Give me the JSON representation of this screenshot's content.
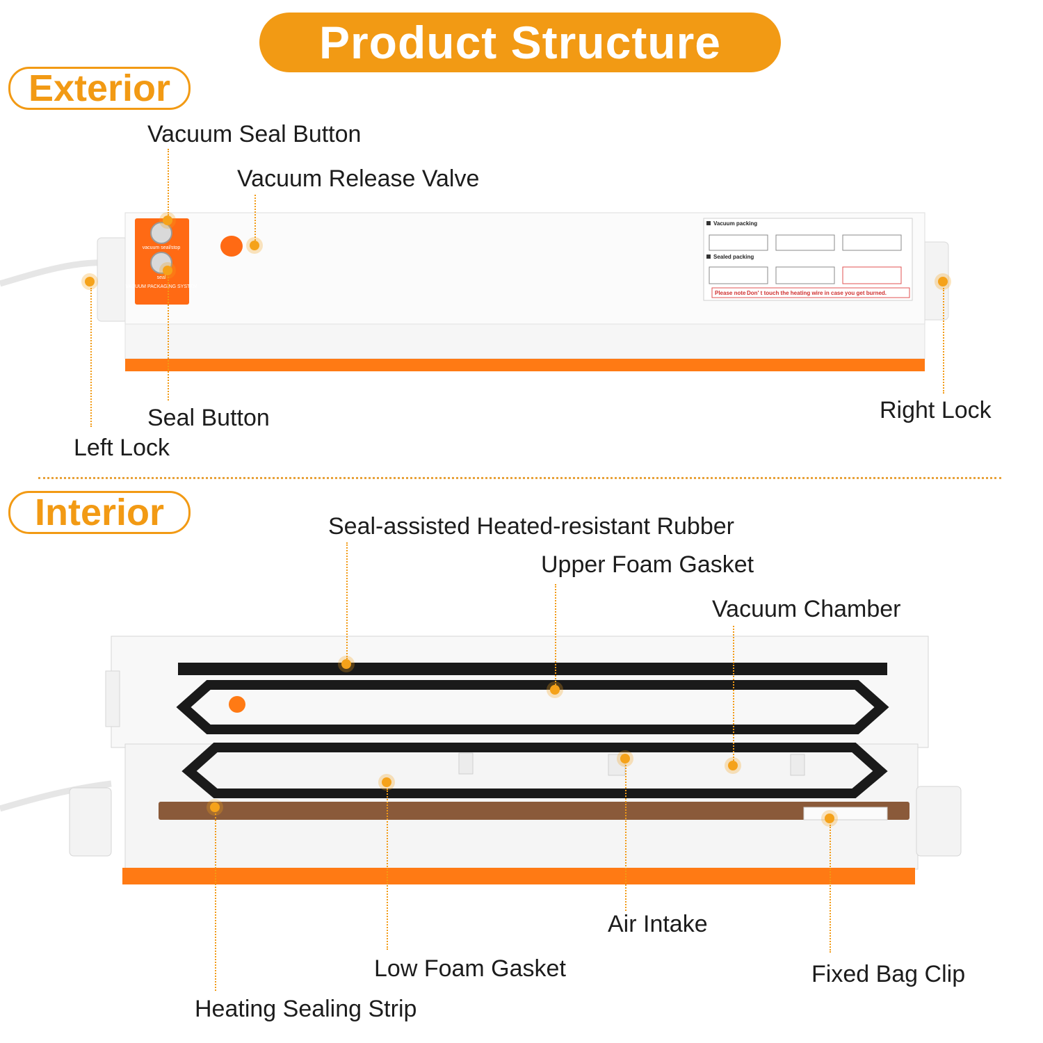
{
  "title": "Product Structure",
  "sections": {
    "exterior": "Exterior",
    "interior": "Interior"
  },
  "device_panel": {
    "button_top_label": "vacuum seal/stop",
    "button_bottom_label": "seal",
    "system_text": "VACUUM PACKAGING SYSTEM"
  },
  "instructions": {
    "vacuum_heading": "Vacuum packing",
    "sealed_heading": "Sealed packing",
    "note_label": "Please note",
    "note_text": "Don' t touch the heating wire in case you get burned."
  },
  "exterior_labels": {
    "vacuum_seal_button": "Vacuum Seal Button",
    "vacuum_release_valve": "Vacuum Release Valve",
    "seal_button": "Seal Button",
    "left_lock": "Left Lock",
    "right_lock": "Right Lock"
  },
  "interior_labels": {
    "seal_rubber": "Seal-assisted Heated-resistant Rubber",
    "upper_foam_gasket": "Upper Foam Gasket",
    "vacuum_chamber": "Vacuum Chamber",
    "air_intake": "Air Intake",
    "low_foam_gasket": "Low Foam Gasket",
    "fixed_bag_clip": "Fixed Bag Clip",
    "heating_sealing_strip": "Heating Sealing Strip"
  },
  "colors": {
    "accent": "#f29a14",
    "device_orange": "#ff7a14",
    "gasket": "#1a1a1a",
    "heating_strip": "#8a5a3a"
  }
}
